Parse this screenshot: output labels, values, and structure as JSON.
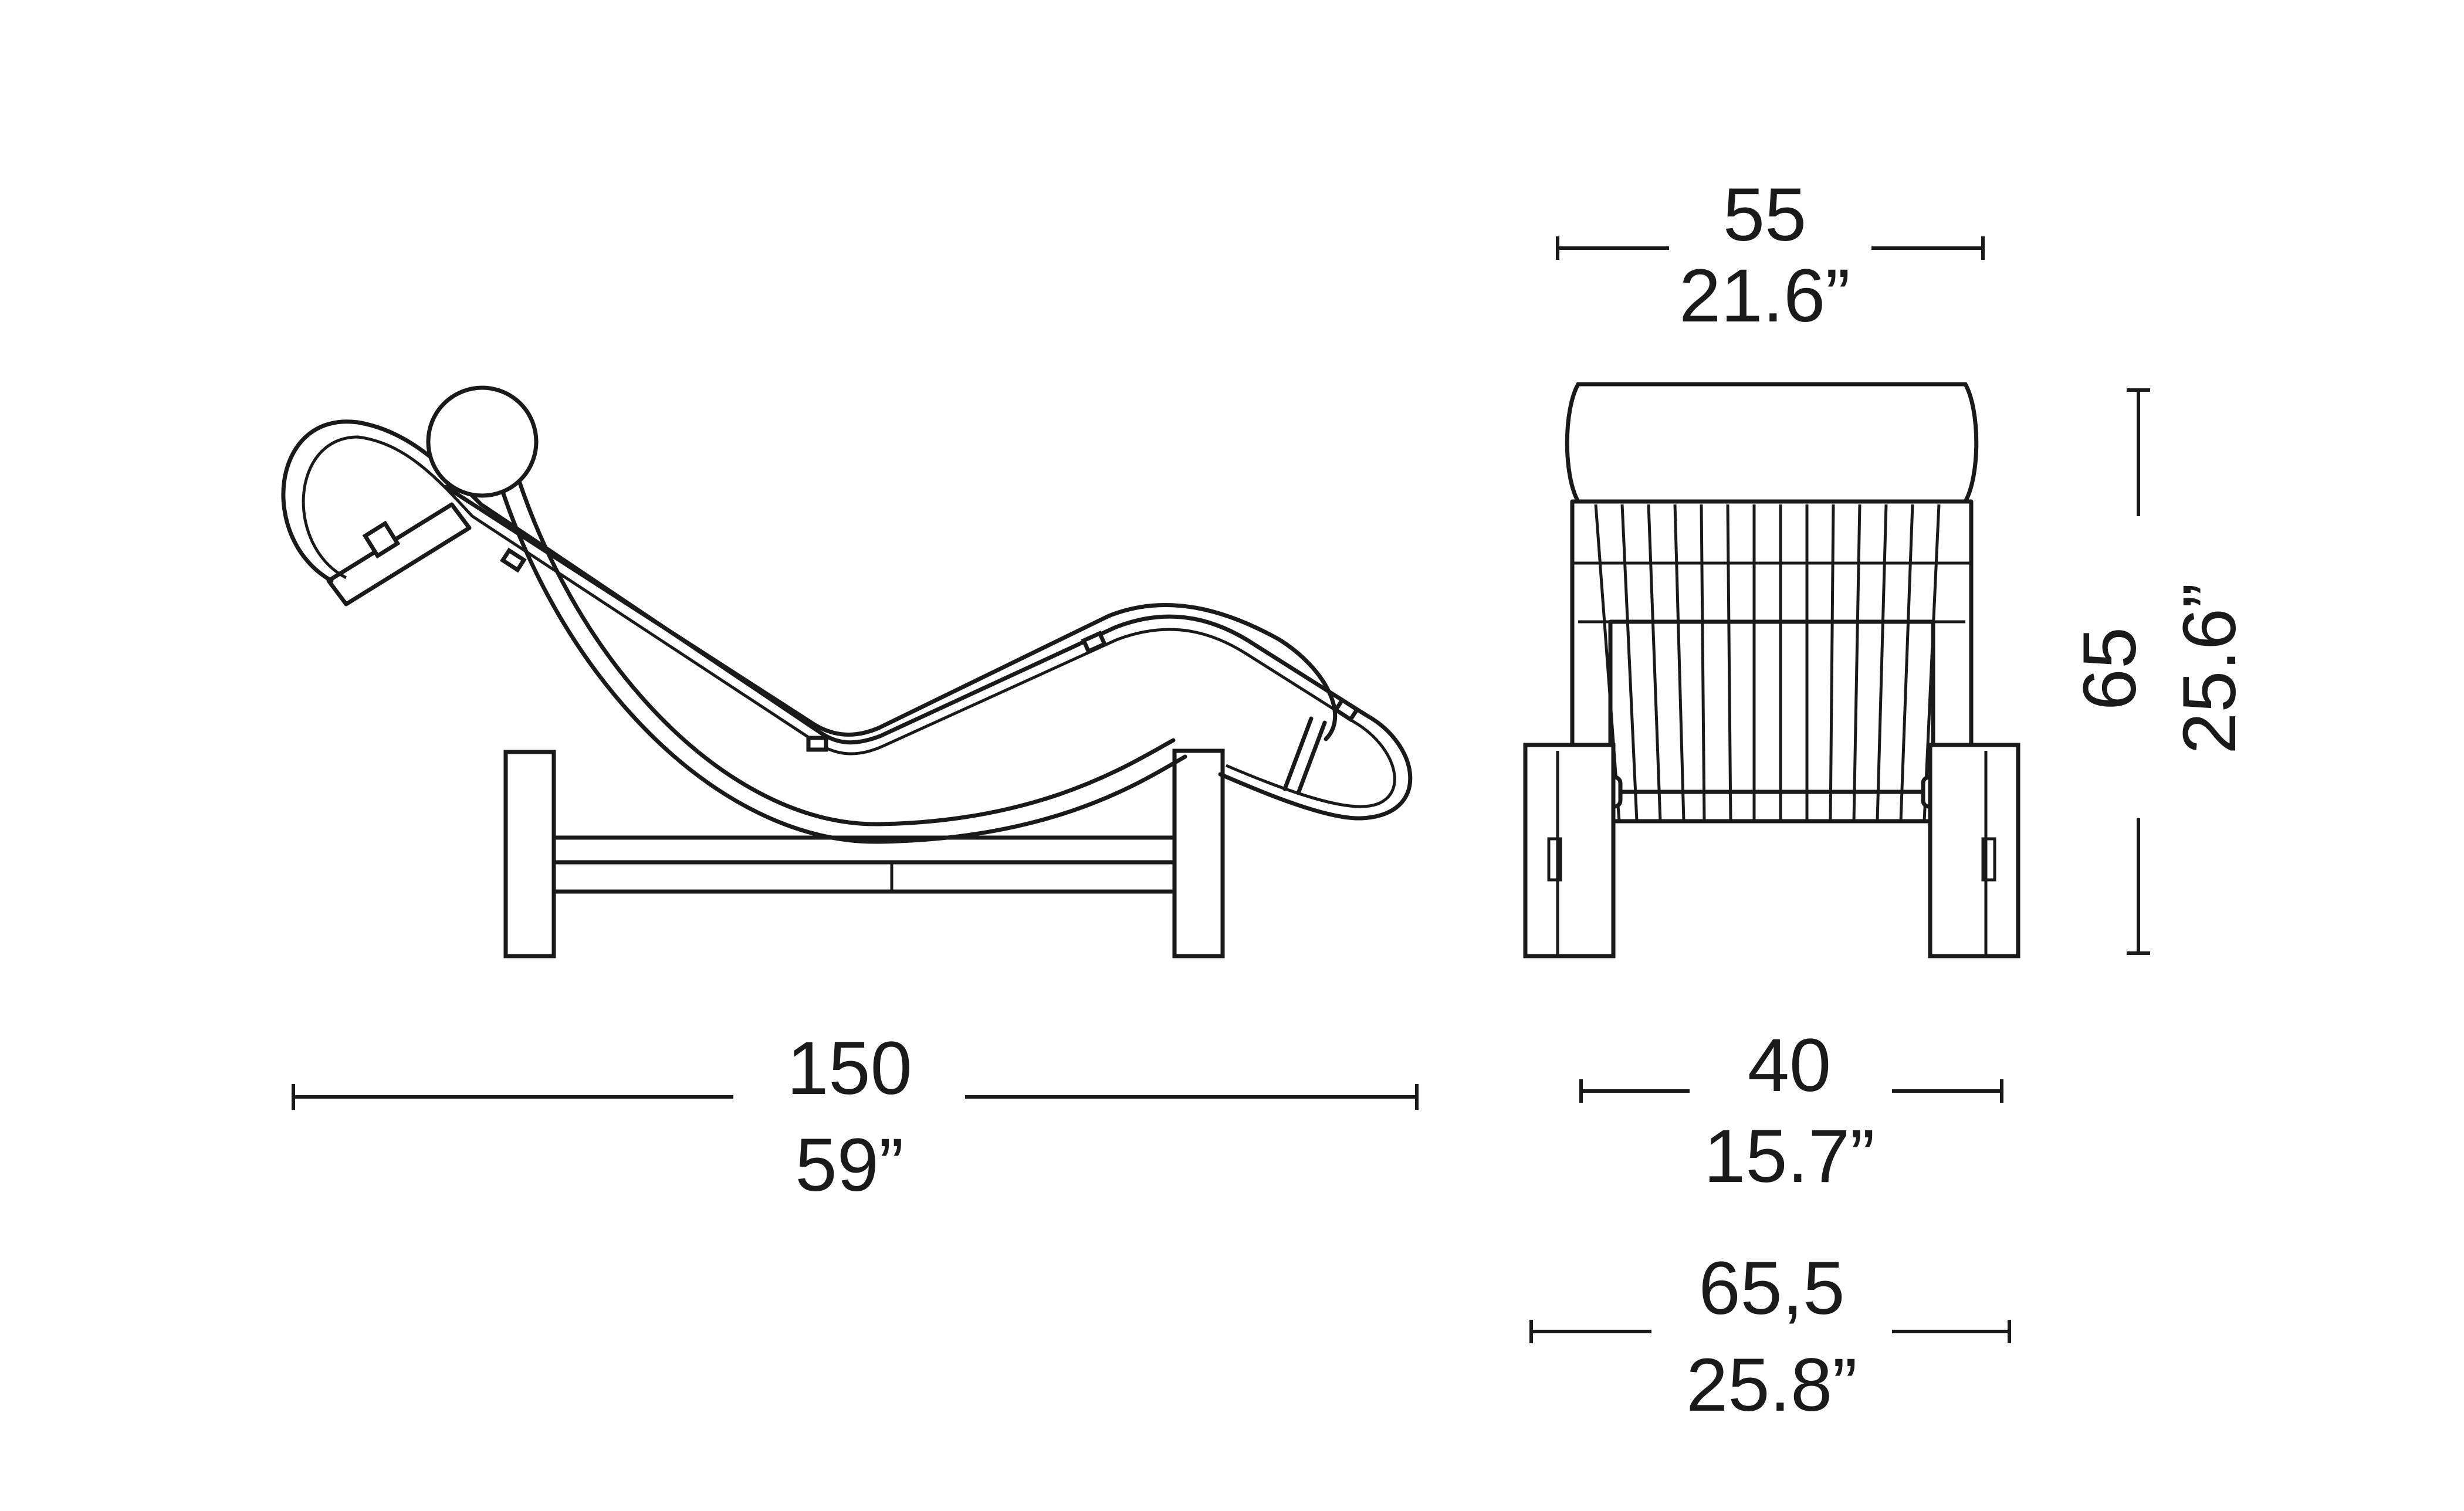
{
  "dimensions": {
    "side_length": {
      "metric": "150",
      "imperial": "59”"
    },
    "front_top_width": {
      "metric": "55",
      "imperial": "21.6”"
    },
    "front_base_width": {
      "metric": "40",
      "imperial": "15.7”"
    },
    "front_overall_width": {
      "metric": "65,5",
      "imperial": "25.8”"
    },
    "height": {
      "metric": "65",
      "imperial": "25.6”"
    }
  },
  "colors": {
    "ink": "#1a1a1a",
    "background": "#ffffff"
  }
}
